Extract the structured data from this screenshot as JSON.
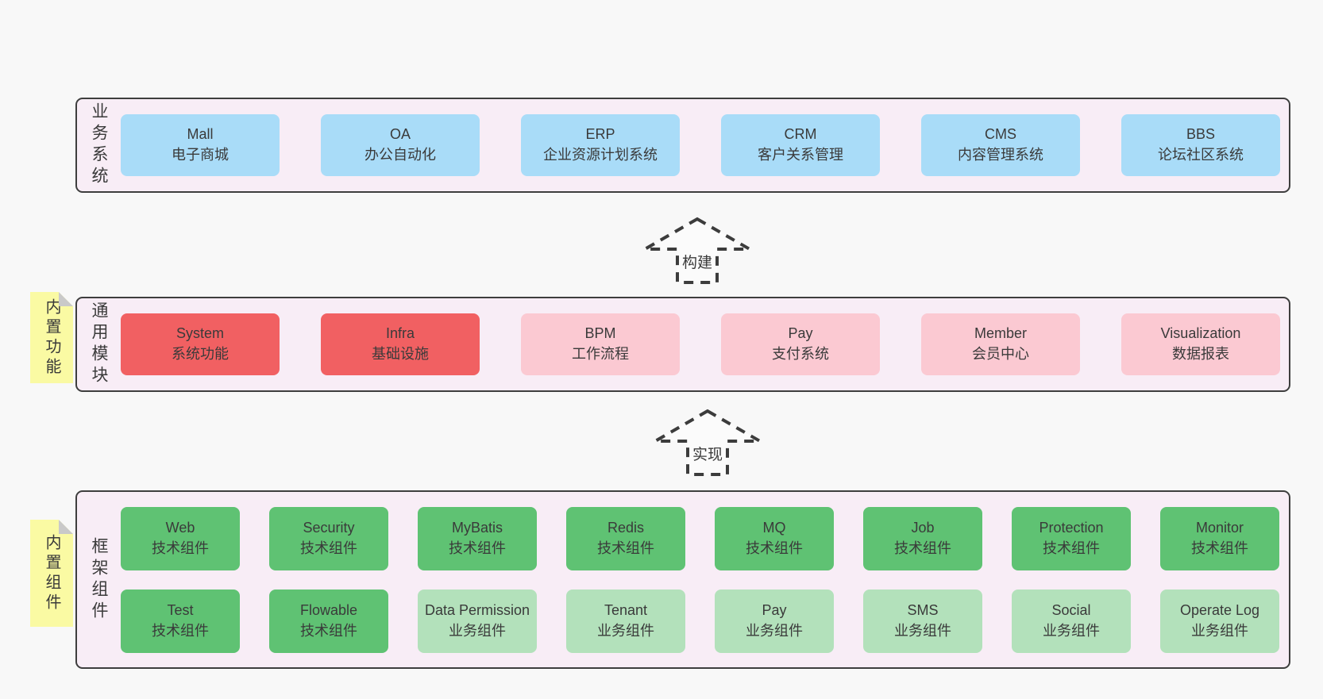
{
  "colors": {
    "page_bg": "#f8f8f8",
    "layer_bg": "#f8edf6",
    "layer_border": "#3e3e3e",
    "blue_box": "#a9dcf8",
    "red_box": "#f16062",
    "pink_box": "#fbc9d2",
    "green_box": "#5fc273",
    "green_light_box": "#b3e1bb",
    "sticky_yellow": "#fafaa3",
    "sticky_fold": "#c9c9c9",
    "text": "#3a3a3a"
  },
  "arrows": {
    "build": "构建",
    "implement": "实现"
  },
  "layers": {
    "business": {
      "label": "业务系统",
      "boxes": [
        {
          "name": "Mall",
          "desc": "电子商城"
        },
        {
          "name": "OA",
          "desc": "办公自动化"
        },
        {
          "name": "ERP",
          "desc": "企业资源计划系统"
        },
        {
          "name": "CRM",
          "desc": "客户关系管理"
        },
        {
          "name": "CMS",
          "desc": "内容管理系统"
        },
        {
          "name": "BBS",
          "desc": "论坛社区系统"
        }
      ]
    },
    "modules": {
      "label": "通用模块",
      "sticky": "内置功能",
      "boxes": [
        {
          "name": "System",
          "desc": "系统功能"
        },
        {
          "name": "Infra",
          "desc": "基础设施"
        },
        {
          "name": "BPM",
          "desc": "工作流程"
        },
        {
          "name": "Pay",
          "desc": "支付系统"
        },
        {
          "name": "Member",
          "desc": "会员中心"
        },
        {
          "name": "Visualization",
          "desc": "数据报表"
        }
      ]
    },
    "components": {
      "label": "框架组件",
      "sticky": "内置组件",
      "row1": [
        {
          "name": "Web",
          "desc": "技术组件"
        },
        {
          "name": "Security",
          "desc": "技术组件"
        },
        {
          "name": "MyBatis",
          "desc": "技术组件"
        },
        {
          "name": "Redis",
          "desc": "技术组件"
        },
        {
          "name": "MQ",
          "desc": "技术组件"
        },
        {
          "name": "Job",
          "desc": "技术组件"
        },
        {
          "name": "Protection",
          "desc": "技术组件"
        },
        {
          "name": "Monitor",
          "desc": "技术组件"
        }
      ],
      "row2": [
        {
          "name": "Test",
          "desc": "技术组件"
        },
        {
          "name": "Flowable",
          "desc": "技术组件"
        },
        {
          "name": "Data Permission",
          "desc": "业务组件"
        },
        {
          "name": "Tenant",
          "desc": "业务组件"
        },
        {
          "name": "Pay",
          "desc": "业务组件"
        },
        {
          "name": "SMS",
          "desc": "业务组件"
        },
        {
          "name": "Social",
          "desc": "业务组件"
        },
        {
          "name": "Operate Log",
          "desc": "业务组件"
        }
      ]
    }
  }
}
